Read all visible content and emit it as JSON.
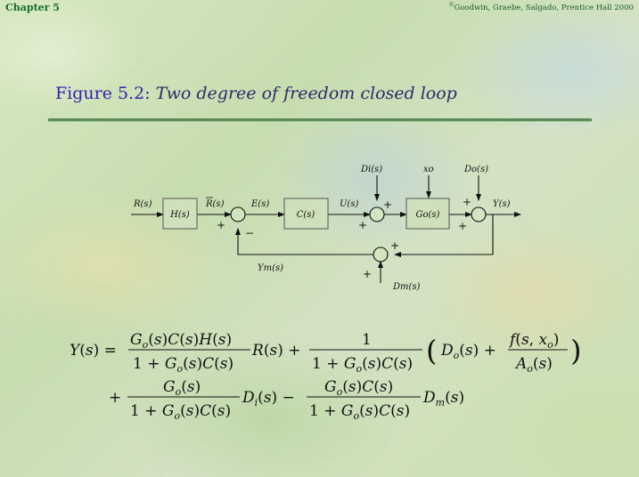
{
  "header": {
    "chapter": "Chapter 5",
    "copyright_mark": "©",
    "copyright": "Goodwin, Graebe, Salgado, Prentice Hall 2000"
  },
  "title": {
    "figure_number": "Figure 5.2:",
    "caption": "Two degree of freedom closed loop"
  },
  "diagram": {
    "blocks": {
      "H": "H(s)",
      "C": "C(s)",
      "Go": "Go(s)"
    },
    "signals": {
      "R": "R(s)",
      "Rbar": "R(s)",
      "E": "E(s)",
      "U": "U(s)",
      "Y": "Y(s)",
      "Ym": "Ym(s)",
      "Di": "Di(s)",
      "xo": "xo",
      "Do": "Do(s)",
      "Dm": "Dm(s)"
    },
    "signs": {
      "sum1_bottom_left": "+",
      "sum1_bottom_right": "−",
      "sum2_top": "+",
      "sum2_bottom": "+",
      "sum3_top": "+",
      "sum3_bottom": "+",
      "sum4_top": "+",
      "sum4_bottom": "+"
    }
  },
  "equation": {
    "line1": "Y(s) = Go(s)C(s)H(s) / (1 + Go(s)C(s)) R(s) + 1 / (1 + Go(s)C(s)) (Do(s) + f(s, xo) / Ao(s))",
    "line2": "+ Go(s) / (1 + Go(s)C(s)) Di(s) − Go(s)C(s) / (1 + Go(s)C(s)) Dm(s)"
  }
}
